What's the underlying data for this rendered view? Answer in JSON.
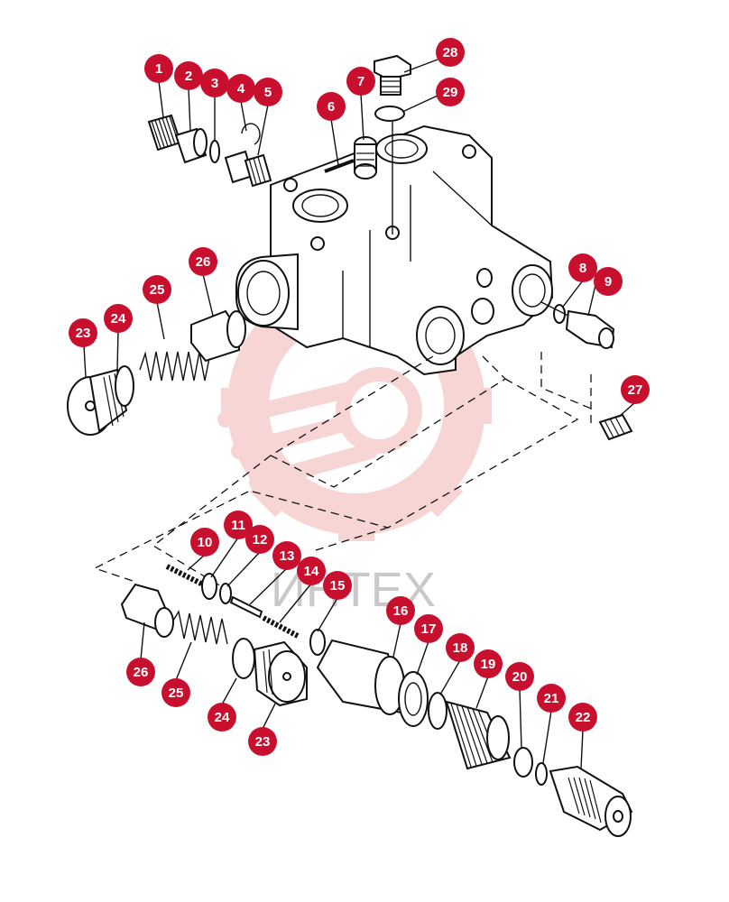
{
  "diagram": {
    "callouts": [
      {
        "id": "c1",
        "label": "1"
      },
      {
        "id": "c2",
        "label": "2"
      },
      {
        "id": "c3",
        "label": "3"
      },
      {
        "id": "c4",
        "label": "4"
      },
      {
        "id": "c5",
        "label": "5"
      },
      {
        "id": "c6",
        "label": "6"
      },
      {
        "id": "c7",
        "label": "7"
      },
      {
        "id": "c28",
        "label": "28"
      },
      {
        "id": "c29",
        "label": "29"
      },
      {
        "id": "c8",
        "label": "8"
      },
      {
        "id": "c9",
        "label": "9"
      },
      {
        "id": "c26a",
        "label": "26"
      },
      {
        "id": "c25a",
        "label": "25"
      },
      {
        "id": "c24a",
        "label": "24"
      },
      {
        "id": "c23a",
        "label": "23"
      },
      {
        "id": "c27",
        "label": "27"
      },
      {
        "id": "c10",
        "label": "10"
      },
      {
        "id": "c11",
        "label": "11"
      },
      {
        "id": "c12",
        "label": "12"
      },
      {
        "id": "c13",
        "label": "13"
      },
      {
        "id": "c14",
        "label": "14"
      },
      {
        "id": "c15",
        "label": "15"
      },
      {
        "id": "c16",
        "label": "16"
      },
      {
        "id": "c17",
        "label": "17"
      },
      {
        "id": "c18",
        "label": "18"
      },
      {
        "id": "c19",
        "label": "19"
      },
      {
        "id": "c20",
        "label": "20"
      },
      {
        "id": "c21",
        "label": "21"
      },
      {
        "id": "c22",
        "label": "22"
      },
      {
        "id": "c26b",
        "label": "26"
      },
      {
        "id": "c25b",
        "label": "25"
      },
      {
        "id": "c24b",
        "label": "24"
      },
      {
        "id": "c23b",
        "label": "23"
      }
    ],
    "watermark": {
      "text": "ИНТЕХ",
      "color": "#f3c6c6"
    }
  },
  "colors": {
    "callout_fill": "#c8102e",
    "callout_text": "#ffffff",
    "ink": "#111111"
  }
}
